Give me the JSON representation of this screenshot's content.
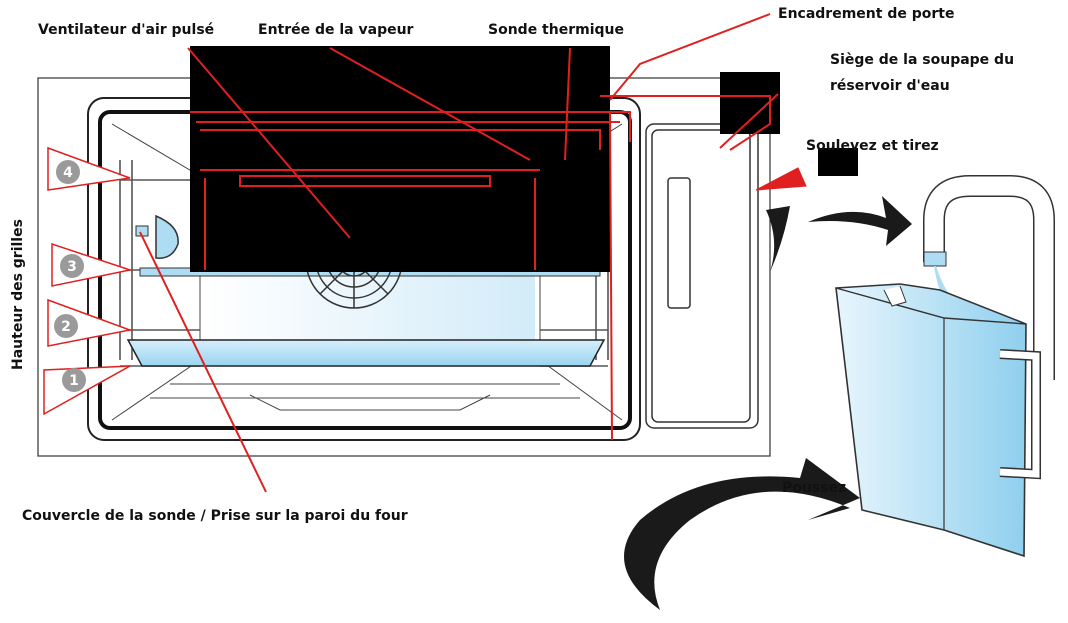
{
  "labels": {
    "fan": "Ventilateur d'air pulsé",
    "steam_inlet": "Entrée de la vapeur",
    "thermal_probe": "Sonde thermique",
    "door_frame": "Encadrement de porte",
    "valve_seat_line1": "Siège de la soupape du",
    "valve_seat_line2": "réservoir d'eau",
    "lift_pull": "Soulevez et tirez",
    "shelf_heights": "Hauteur des grilles",
    "push": "Poussez",
    "probe_cover": "Couvercle de la sonde / Prise sur la paroi du four"
  },
  "shelf_levels": [
    "1",
    "2",
    "3",
    "4"
  ],
  "colors": {
    "leader": "#e02020",
    "callout_box": "#000000",
    "outline": "#333333",
    "water_light": "#e3f4fc",
    "water_dark": "#8fcfee",
    "badge": "#9a9a9a",
    "arrow": "#1a1a1a"
  }
}
